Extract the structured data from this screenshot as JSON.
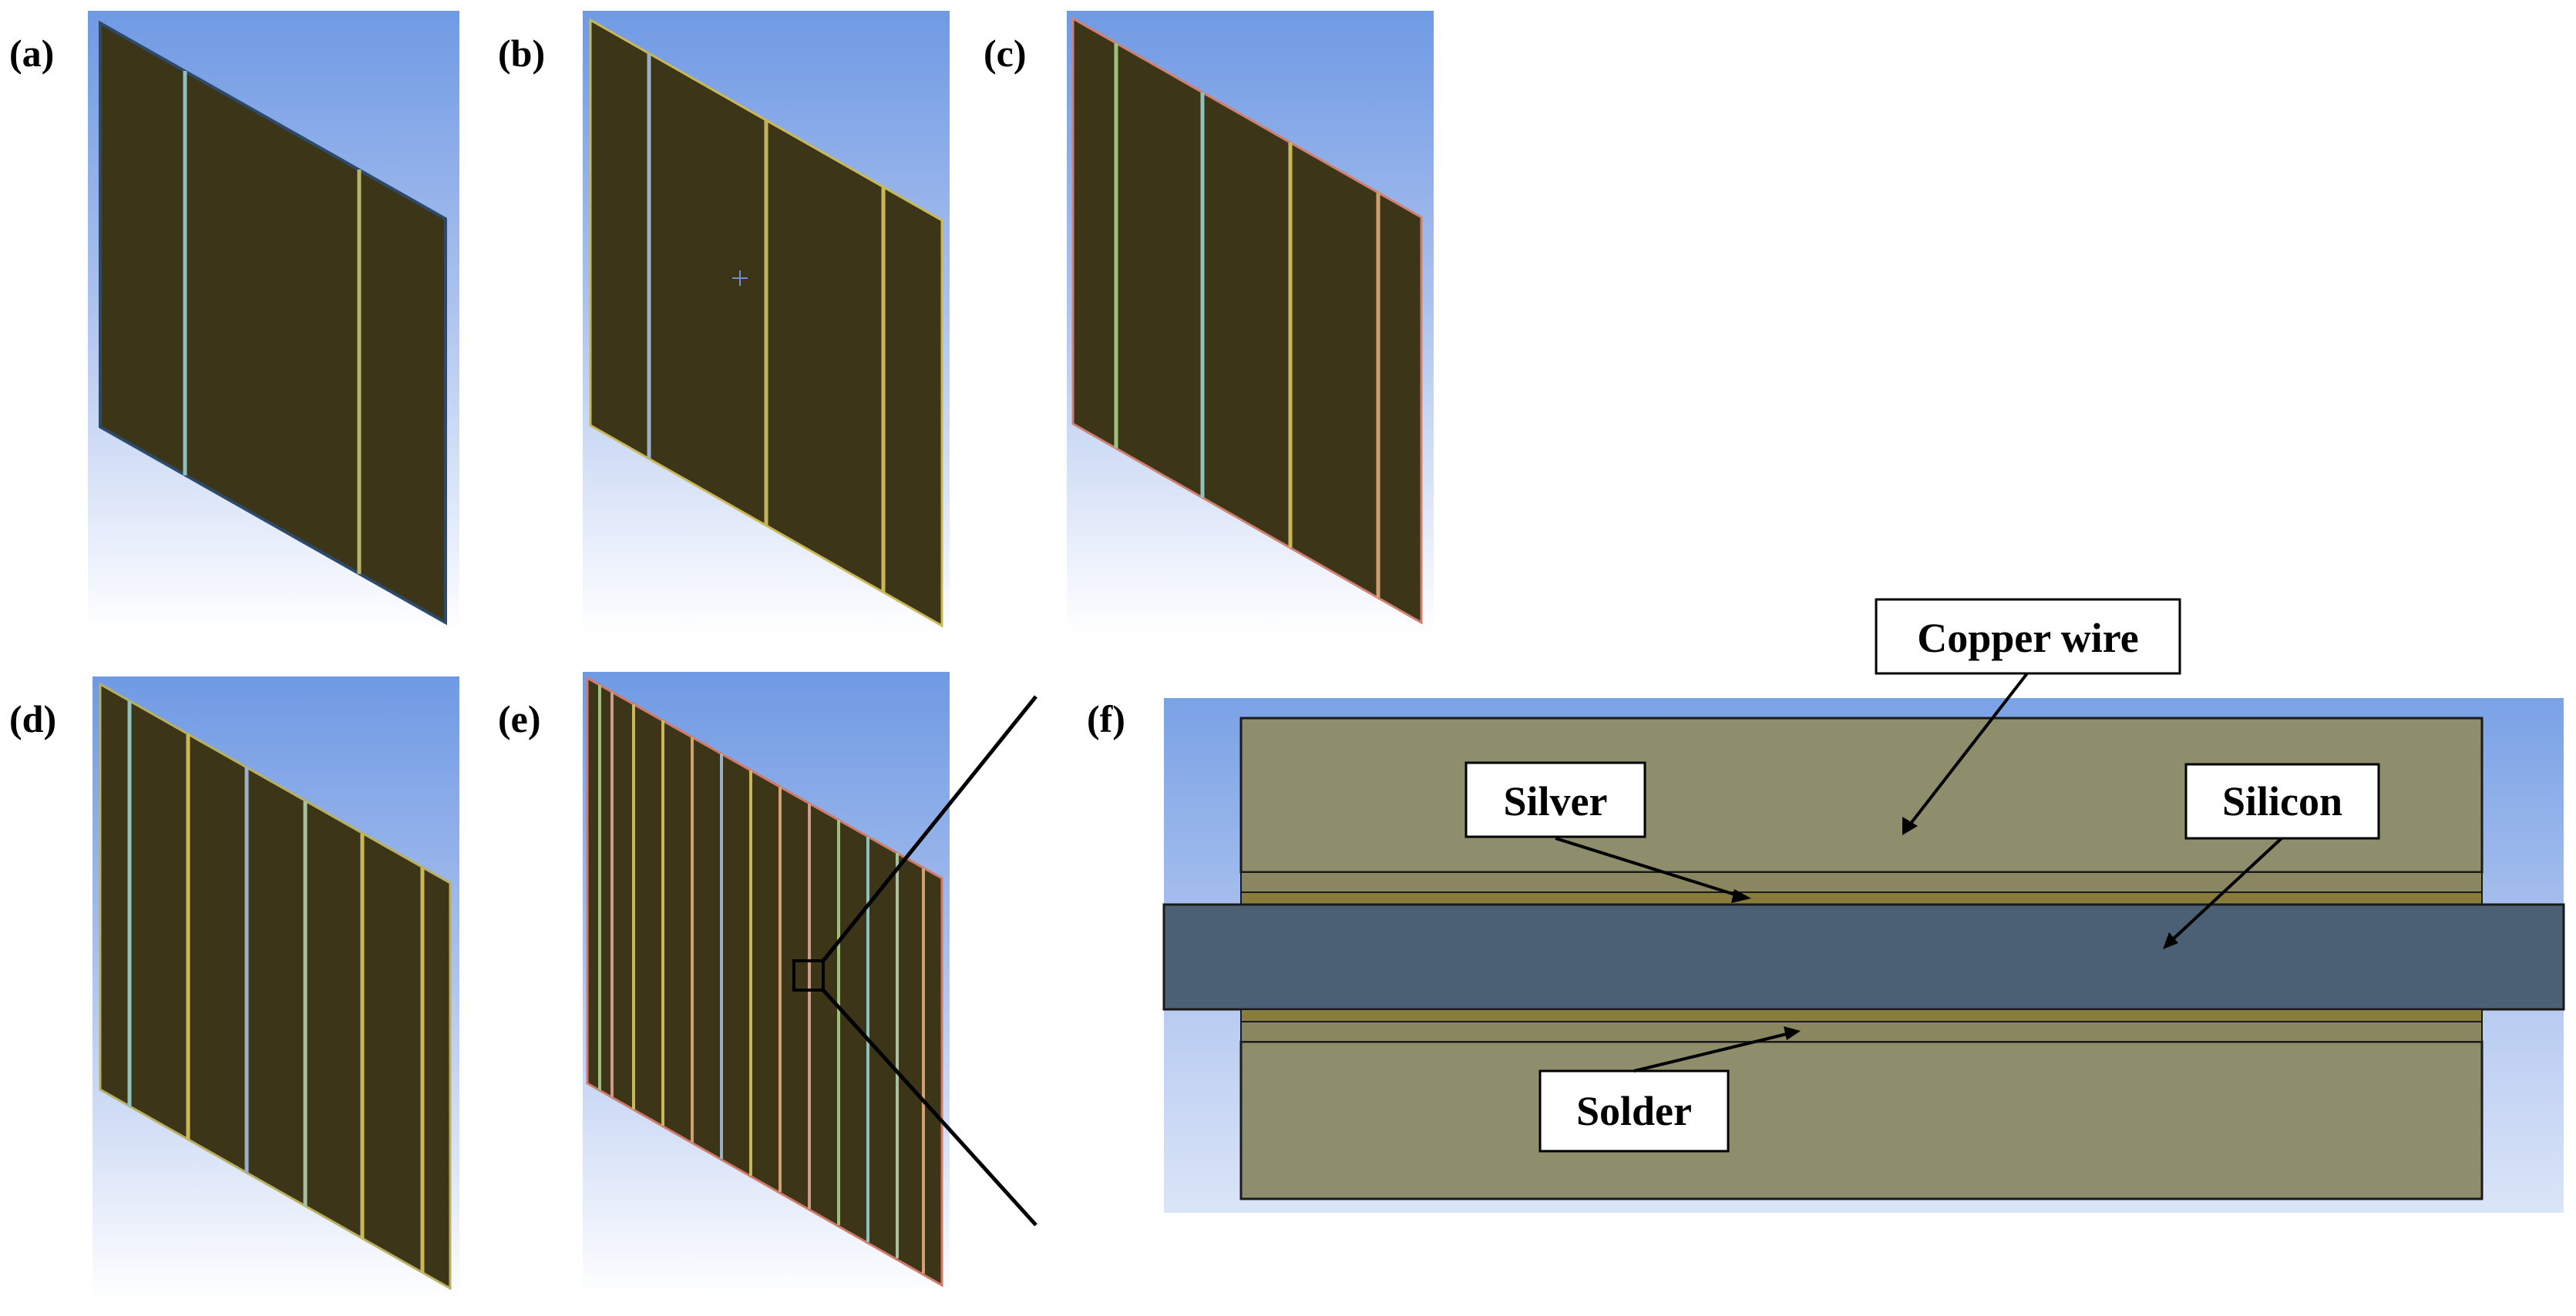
{
  "panels": {
    "a": {
      "letter": "(a)"
    },
    "b": {
      "letter": "(b)"
    },
    "c": {
      "letter": "(c)"
    },
    "d": {
      "letter": "(d)"
    },
    "e": {
      "letter": "(e)"
    },
    "f": {
      "letter": "(f)"
    }
  },
  "labels": {
    "copper_wire": "Copper wire",
    "silver": "Silver",
    "silicon": "Silicon",
    "solder": "Solder"
  },
  "colors": {
    "sky_top": "#6f9ae4",
    "sky_bottom": "#ffffff",
    "panel_fill": "#3c3518",
    "copper_wire": "#8e8d6c",
    "silver_layer": "#877c3c",
    "silicon": "#4b6075",
    "outline": "#1a1a1a"
  }
}
